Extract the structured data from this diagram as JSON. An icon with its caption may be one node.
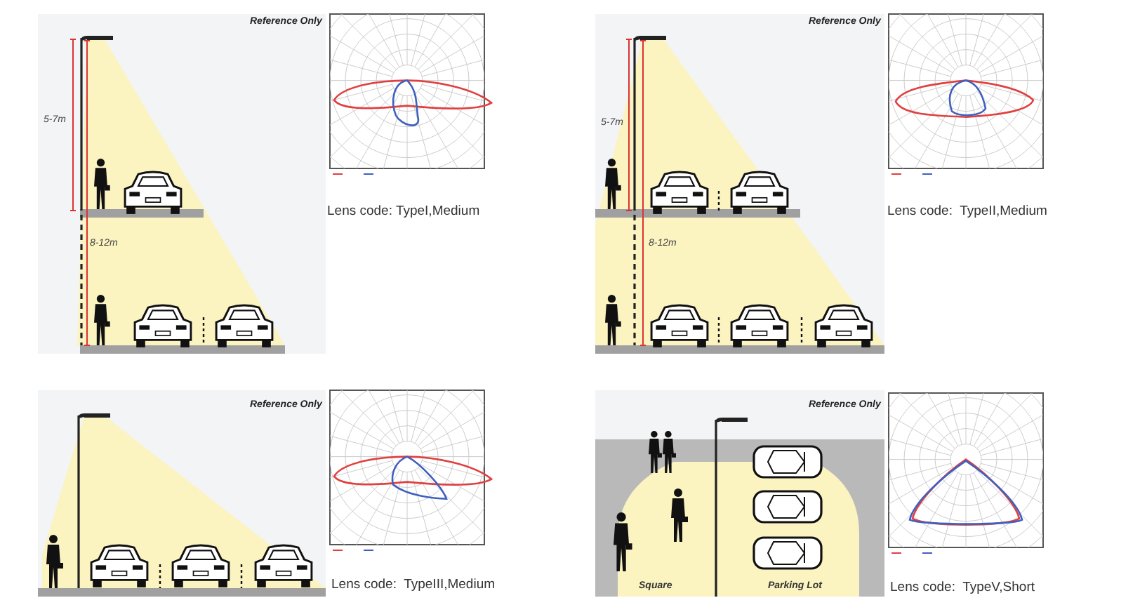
{
  "diagram": {
    "labels": [
      "Reference Only",
      "5-7m",
      "8-12m",
      "Lens code: TypeI,Medium",
      "Reference Only",
      "5-7m",
      "8-12m",
      "Lens code:  TypeII,Medium",
      "Reference Only",
      "Lens code:  TypeIII,Medium",
      "Reference Only",
      "Square",
      "Parking Lot",
      "Lens code:  TypeV,Short"
    ]
  }
}
